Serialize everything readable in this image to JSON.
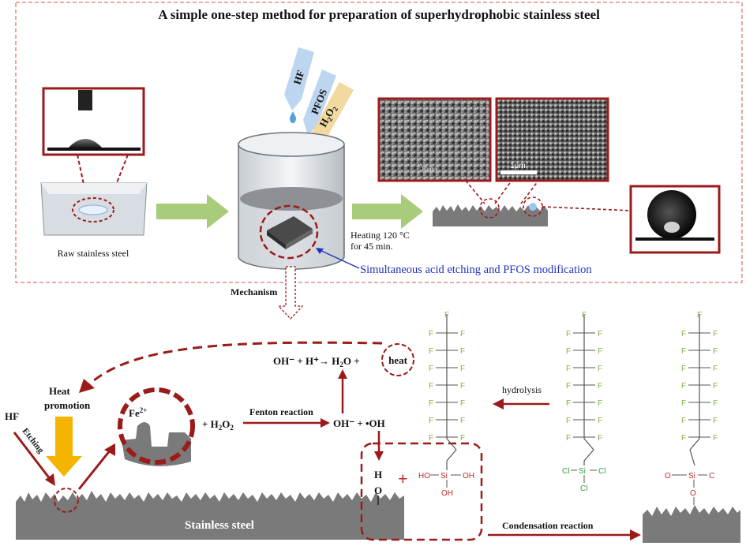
{
  "title": "A simple one-step method for preparation of superhydrophobic stainless steel",
  "labels": {
    "raw_steel": "Raw stainless steel",
    "heating_line1": "Heating 120 °C",
    "heating_line2": "for 45 min.",
    "simultaneous": "Simultaneous acid etching and PFOS modification",
    "mechanism": "Mechanism",
    "heat_line1": "Heat",
    "heat_line2": "promotion",
    "hf": "HF",
    "etching": "Etching",
    "stainless_steel": "Stainless steel",
    "fenton": "Fenton reaction",
    "hydrolysis": "hydrolysis",
    "condensation": "Condensation reaction",
    "sem_scale_1": "10μm",
    "sem_scale_2": "1μm"
  },
  "reagents": {
    "hf": "HF",
    "pfos": "PFOS",
    "h2o2": "H",
    "h2o2_sub": "2",
    "h2o2_o": "O",
    "h2o2_sub2": "2"
  },
  "equations": {
    "fe": "Fe",
    "fe_sup": "2+",
    "plus_h2o2": "+ H",
    "h2o2_sub": "2",
    "h2o2_o": "O",
    "h2o2_sub2": "2",
    "oh_radicals": "OH⁻ + •OH",
    "heat_eq_left": "OH⁻ + H⁺→ H",
    "heat_eq_sub": "2",
    "heat_eq_right": "O +",
    "heat": "heat",
    "water_h": "H",
    "water_o": "O",
    "plus": "+"
  },
  "molecules": {
    "fluorine": "F",
    "silanol_left": "HO",
    "silanol_si": "Si",
    "silanol_right": "OH",
    "silanol_bottom": "OH",
    "chlorosilane_left": "Cl",
    "chlorosilane_si": "Si",
    "chlorosilane_right": "Cl",
    "chlorosilane_bottom": "Cl",
    "grafted_left": "O",
    "grafted_si": "Si",
    "grafted_right": "C",
    "grafted_bottom": "O"
  },
  "colors": {
    "dark_red": "#9b1b1b",
    "frame_red": "#d97a6e",
    "green_arrow": "#a8cc7a",
    "yellow_arrow": "#f5b400",
    "steel_gray": "#7a7a7a",
    "blue_text": "#2233bb",
    "fluorine_green": "#7cb342",
    "silanol_red": "#c62828"
  }
}
